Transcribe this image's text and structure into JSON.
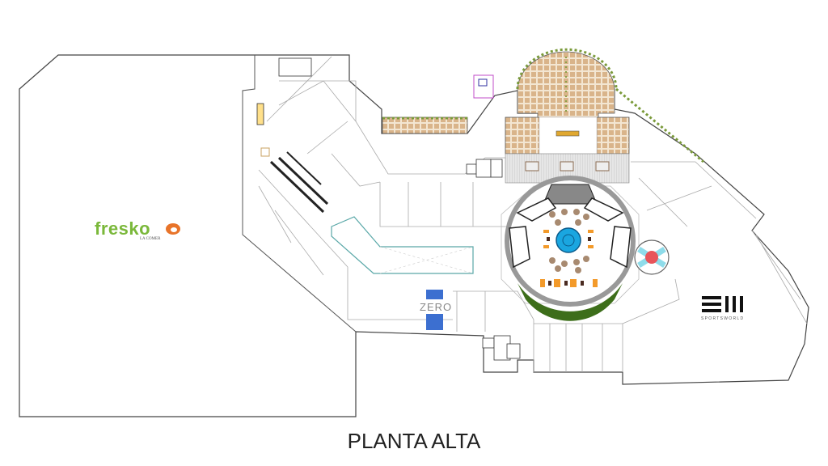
{
  "title": "PLANTA ALTA",
  "stores": {
    "fresko": {
      "name": "fresko",
      "subtitle": "LA COMER",
      "color": "#7ab83a",
      "accent": "#e8742a"
    },
    "zero": {
      "name": "ZERO",
      "color": "#3c6fd0"
    },
    "sportsworld": {
      "name": "SPORTSWORLD"
    }
  },
  "colors": {
    "seating": "#d9b48a",
    "fountain": "#1aa6e0",
    "planter": "#7a9a3a",
    "corridor": "#5aa8a8"
  }
}
